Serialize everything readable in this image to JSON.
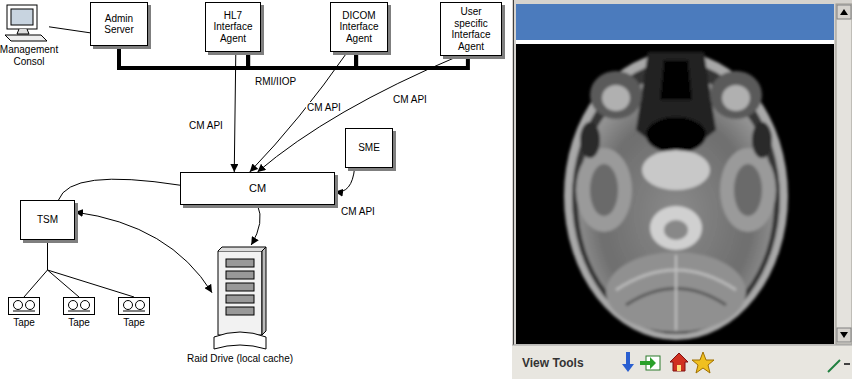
{
  "diagram": {
    "nodes": [
      {
        "text": [
          "Management Consol"
        ]
      },
      {
        "text": [
          "Admin Server"
        ]
      },
      {
        "text": [
          "HL7 Interface Agent"
        ]
      },
      {
        "text": [
          "DICOM Interface Agent"
        ]
      },
      {
        "text": [
          "User specific Interface Agent"
        ]
      },
      {
        "text": [
          "SME"
        ]
      },
      {
        "text": [
          "CM"
        ]
      },
      {
        "text": [
          "TSM"
        ]
      },
      {
        "text": [
          "Raid Drive (local cache)"
        ]
      },
      {
        "text": [
          "Tape"
        ]
      },
      {
        "text": [
          "Tape"
        ]
      },
      {
        "text": [
          "Tape"
        ]
      }
    ],
    "edges": [
      {
        "from": 0,
        "to": 1,
        "arrow": "none"
      },
      {
        "from": 1,
        "to": 2,
        "arrow": "none"
      },
      {
        "from": 2,
        "to": 3,
        "arrow": "none"
      },
      {
        "from": 3,
        "to": 4,
        "arrow": "none"
      },
      {
        "from": 2,
        "to": 6,
        "label": "CM API",
        "arrow": "to"
      },
      {
        "from": 3,
        "to": 6,
        "label": "CM API",
        "arrow": "to"
      },
      {
        "from": 4,
        "to": 6,
        "label": "CM API",
        "arrow": "to"
      },
      {
        "from": 5,
        "to": 6,
        "label": "CM API",
        "arrow": "to"
      },
      {
        "from": 7,
        "to": 6,
        "arrow": "none"
      },
      {
        "from": 7,
        "to": 8,
        "arrow": "both"
      },
      {
        "from": 6,
        "to": 8,
        "arrow": "to"
      },
      {
        "from": 7,
        "to": 9,
        "arrow": "none"
      },
      {
        "from": 7,
        "to": 10,
        "arrow": "none"
      },
      {
        "from": 7,
        "to": 11,
        "arrow": "none"
      }
    ],
    "labels": [
      "RMI/IIOP",
      "View Tools"
    ]
  }
}
